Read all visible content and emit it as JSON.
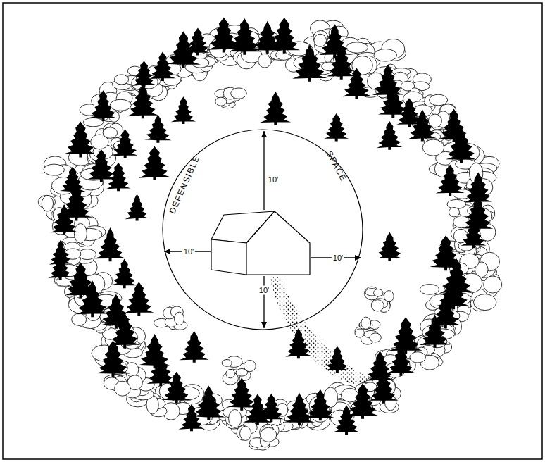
{
  "diagram": {
    "labels": [
      "10'",
      "DEFENSIBLE",
      "SPACE",
      "10'",
      "10'",
      "10'"
    ]
  }
}
